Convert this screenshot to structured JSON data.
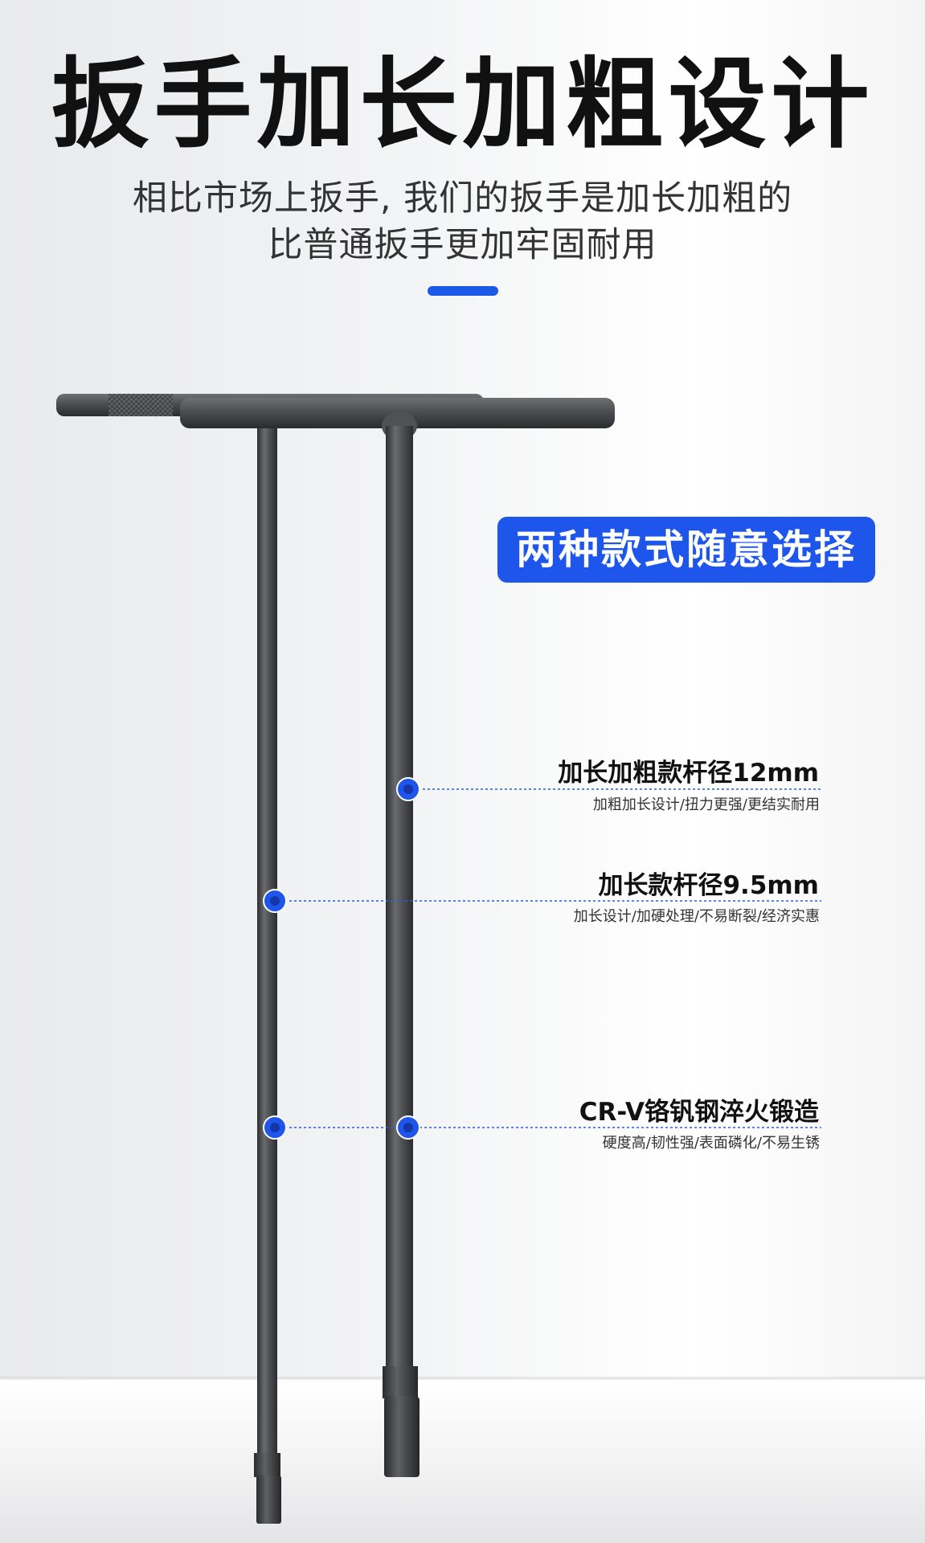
{
  "title": "扳手加长加粗设计",
  "subtitle": {
    "line1": "相比市场上扳手, 我们的扳手是加长加粗的",
    "line2": "比普通扳手更加牢固耐用"
  },
  "badge": "两种款式随意选择",
  "callouts": [
    {
      "title": "加长加粗款杆径12mm",
      "desc": "加粗加长设计/扭力更强/更结实耐用"
    },
    {
      "title": "加长款杆径9.5mm",
      "desc": "加长设计/加硬处理/不易断裂/经济实惠"
    },
    {
      "title": "CR-V铬钒钢淬火锻造",
      "desc": "硬度高/韧性强/表面磷化/不易生锈"
    }
  ],
  "colors": {
    "accent": "#1e55ea",
    "steel": "#4a4b4d",
    "text": "#111111"
  },
  "icons": [
    "callout-marker-icon"
  ]
}
